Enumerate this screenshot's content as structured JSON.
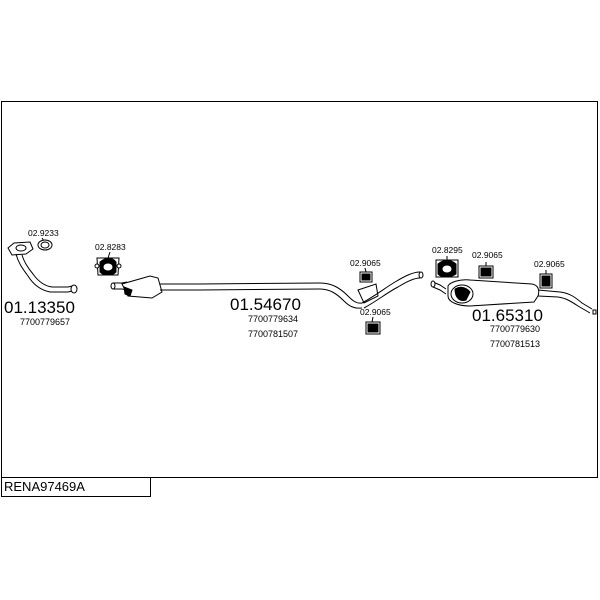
{
  "diagram": {
    "title": "RENA97469A",
    "sections": [
      {
        "ref": "01.13350",
        "oem": [
          "7700779657"
        ]
      },
      {
        "ref": "01.54670",
        "oem": [
          "7700779634",
          "7700781507"
        ]
      },
      {
        "ref": "01.65310",
        "oem": [
          "7700779630",
          "7700781513"
        ]
      }
    ],
    "fittings": {
      "gasket_front": "02.9233",
      "clamp_front": "02.8283",
      "hanger_mid_top": "02.9065",
      "hanger_mid_bottom": "02.9065",
      "clamp_rear": "02.8295",
      "hanger_rear_1": "02.9065",
      "hanger_rear_2": "02.9065"
    }
  }
}
